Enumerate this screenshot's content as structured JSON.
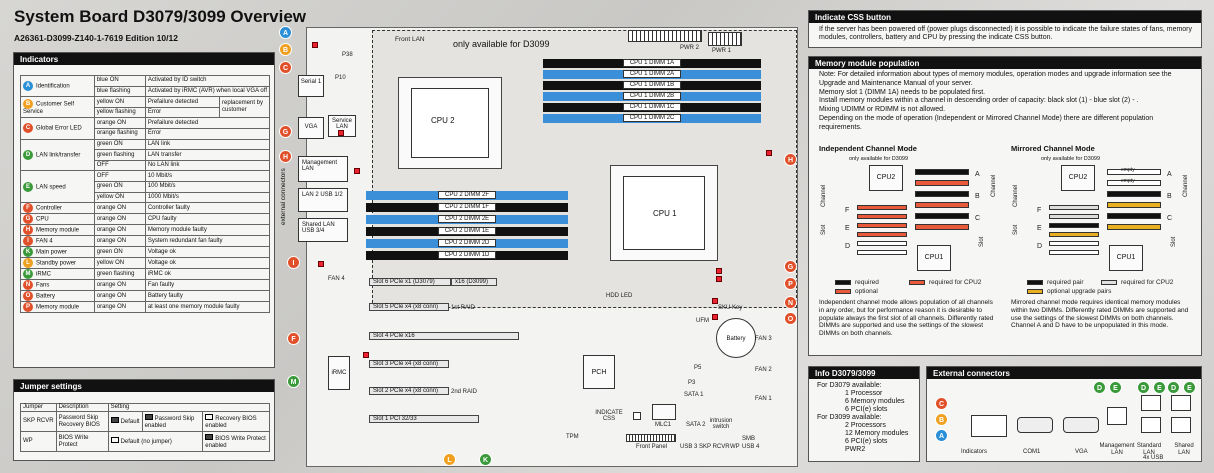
{
  "header": {
    "title": "System Board D3079/3099 Overview",
    "subtitle": "A26361-D3099-Z140-1-7619  Edition 10/12"
  },
  "indicators": {
    "title": "Indicators",
    "rows": [
      {
        "letter": "A",
        "color": "#2a8fd6",
        "name": "Identification",
        "entries": [
          [
            "blue ON",
            "Activated by ID switch"
          ],
          [
            "blue flashing",
            "Activated by iRMC (AVR) when local VGA off"
          ]
        ]
      },
      {
        "letter": "B",
        "color": "#f0a020",
        "name": "Customer Self Service",
        "entries": [
          [
            "yellow ON",
            "Prefailure detected"
          ],
          [
            "yellow flashing",
            "Error"
          ]
        ],
        "note": "replacement by customer"
      },
      {
        "letter": "C",
        "color": "#e0502a",
        "name": "Global Error LED",
        "entries": [
          [
            "orange ON",
            "Prefailure detected"
          ],
          [
            "orange flashing",
            "Error"
          ]
        ]
      },
      {
        "letter": "D",
        "color": "#3a9a3a",
        "name": "LAN link/transfer",
        "entries": [
          [
            "green ON",
            "LAN link"
          ],
          [
            "green flashing",
            "LAN transfer"
          ],
          [
            "OFF",
            "No LAN link"
          ]
        ]
      },
      {
        "letter": "E",
        "color": "#3a9a3a",
        "name": "LAN speed",
        "entries": [
          [
            "OFF",
            "10 Mbit/s"
          ],
          [
            "green ON",
            "100 Mbit/s"
          ],
          [
            "yellow ON",
            "1000 Mbit/s"
          ]
        ]
      },
      {
        "letter": "F",
        "color": "#e0502a",
        "name": "Controller",
        "entries": [
          [
            "orange ON",
            "Controller faulty"
          ]
        ]
      },
      {
        "letter": "G",
        "color": "#e0502a",
        "name": "CPU",
        "entries": [
          [
            "orange ON",
            "CPU faulty"
          ]
        ]
      },
      {
        "letter": "H",
        "color": "#e0502a",
        "name": "Memory module",
        "entries": [
          [
            "orange ON",
            "Memory module faulty"
          ]
        ]
      },
      {
        "letter": "I",
        "color": "#e0502a",
        "name": "FAN 4",
        "entries": [
          [
            "orange ON",
            "System redundant fan faulty"
          ]
        ]
      },
      {
        "letter": "K",
        "color": "#3a9a3a",
        "name": "Main power",
        "entries": [
          [
            "green ON",
            "Voltage ok"
          ]
        ]
      },
      {
        "letter": "L",
        "color": "#f0a020",
        "name": "Standby power",
        "entries": [
          [
            "yellow ON",
            "Voltage ok"
          ]
        ]
      },
      {
        "letter": "M",
        "color": "#3a9a3a",
        "name": "iRMC",
        "entries": [
          [
            "green flashing",
            "iRMC ok"
          ]
        ]
      },
      {
        "letter": "N",
        "color": "#e0502a",
        "name": "Fans",
        "entries": [
          [
            "orange ON",
            "Fan faulty"
          ]
        ]
      },
      {
        "letter": "O",
        "color": "#e0502a",
        "name": "Battery",
        "entries": [
          [
            "orange ON",
            "Battery faulty"
          ]
        ]
      },
      {
        "letter": "P",
        "color": "#e0502a",
        "name": "Memory module",
        "entries": [
          [
            "orange ON",
            "at least one memory module faulty"
          ]
        ]
      }
    ]
  },
  "jumpers": {
    "title": "Jumper settings",
    "headers": [
      "Jumper",
      "Description",
      "Setting"
    ],
    "rows": [
      {
        "jumper": "SKP RCVR",
        "description": "Password Skip Recovery BIOS",
        "settings": [
          "Default",
          "Password Skip enabled",
          "Recovery BIOS enabled"
        ]
      },
      {
        "jumper": "WP",
        "description": "BIOS Write Protect",
        "settings": [
          "Default (no jumper)",
          "BIOS Write Protect enabled"
        ]
      }
    ]
  },
  "board": {
    "only_d3099": "only available for D3099",
    "cpu2": "CPU 2",
    "cpu1": "CPU 1",
    "cpu1_dimms": [
      "CPU 1 DIMM 1A",
      "CPU 1 DIMM 2A",
      "CPU 1 DIMM 1B",
      "CPU 1 DIMM 2B",
      "CPU 1 DIMM 1C",
      "CPU 1 DIMM 2C"
    ],
    "cpu2_dimms": [
      "CPU 2 DIMM 2F",
      "CPU 2 DIMM 1F",
      "CPU 2 DIMM 2E",
      "CPU 2 DIMM 1E",
      "CPU 2 DIMM 2D",
      "CPU 2 DIMM 1D"
    ],
    "slots": [
      "Slot 6 PCIe x1 (D3079)",
      "x16 (D3099)",
      "Slot 5 PCIe x4 (x8 conn)",
      "1st RAID",
      "Slot 4 PCIe x16",
      "Slot 3 PCIe x4 (x8 conn)",
      "Slot 2 PCIe x4 (x8 conn)",
      "2nd RAID",
      "Slot 1 PCI 32/33"
    ],
    "labels": {
      "front_lan": "Front LAN",
      "pwr2": "PWR 2",
      "pwr1": "PWR 1",
      "p38": "P38",
      "p10": "P10",
      "serial1": "Serial 1",
      "vga": "VGA",
      "service_lan": "Service LAN",
      "mgmt_lan": "Management LAN",
      "lan2": "LAN 2 USB 1/2",
      "shared_lan": "Shared LAN USB 3/4",
      "ext_conn": "external connectors",
      "fan4": "FAN 4",
      "irmc": "iRMC",
      "pch": "PCH",
      "hdd_led": "HDD LED",
      "sku_key": "SKU Key",
      "ufm": "UFM",
      "battery": "Battery",
      "fan3": "FAN 3",
      "fan2": "FAN 2",
      "fan1": "FAN 1",
      "p5": "P5",
      "p3": "P3",
      "sata1": "SATA 1",
      "sata2": "SATA 2",
      "mlc1": "MLC1",
      "indicate_css": "INDICATE CSS",
      "intrusion": "intrusion switch",
      "smb": "SMB",
      "tpm": "TPM",
      "front_panel": "Front Panel",
      "usb3": "USB 3",
      "skp_rcvr": "SKP RCVR",
      "wp": "WP",
      "usb4": "USB 4"
    }
  },
  "indicate_css": {
    "title": "Indicate CSS button",
    "text": "If the server has been powered off (power plugs disconnected) it is possible to indicate the failure states of fans, memory modules, controllers, battery and CPU by pressing the indicate CSS button."
  },
  "memory": {
    "title": "Memory module population",
    "note_lines": [
      "Note: For detailed information about types of memory modules, operation modes and upgrade information see the Upgrade and Maintenance Manual of your server.",
      "Memory slot 1 (DIMM 1A) needs to be populated first.",
      "Install memory modules within a channel in descending order of capacity: black slot (1) - blue slot (2) - .",
      "Mixing UDIMM or RDIMM is not allowed.",
      "Depending on the mode of operation (Independent or Mirrored Channel Mode) there are different population requirements."
    ],
    "indep": {
      "title": "Independent Channel Mode",
      "only": "only available for D3099",
      "legend": [
        "required",
        "required for CPU2",
        "optional"
      ],
      "text": "Independent channel mode allows population of all channels in any order, but for performance reason it is desirable to populate always the first slot of all channels. Differently rated DIMMs are supported and use the settings of the slowest DIMMs on both channels."
    },
    "mirror": {
      "title": "Mirrored Channel Mode",
      "only": "only available for D3099",
      "legend": [
        "required pair",
        "required for CPU2",
        "optional upgrade pairs"
      ],
      "text": "Mirrored channel mode requires identical memory modules within two DIMMs. Differently rated DIMMs are supported and use the settings of the slowest DIMMs on both channels. Channel A and D have to be unpopulated in this mode."
    },
    "cpu2": "CPU2",
    "cpu1": "CPU1",
    "channel": "Channel",
    "slot": "Slot",
    "empty": "empty",
    "letters_left": [
      "F",
      "E",
      "D"
    ],
    "letters_right": [
      "A",
      "B",
      "C"
    ]
  },
  "info": {
    "title": "Info D3079/3099",
    "lines": [
      "For D3079 available:",
      "1 Processor",
      "6 Memory modules",
      "6 PCI(e) slots",
      "For D3099 available:",
      "2 Processors",
      "12 Memory modules",
      "6 PCI(e) slots",
      "PWR2"
    ]
  },
  "external": {
    "title": "External connectors",
    "labels": [
      "Indicators",
      "COM1",
      "VGA",
      "Management LAN",
      "Standard LAN",
      "4x USB",
      "Shared LAN"
    ]
  }
}
